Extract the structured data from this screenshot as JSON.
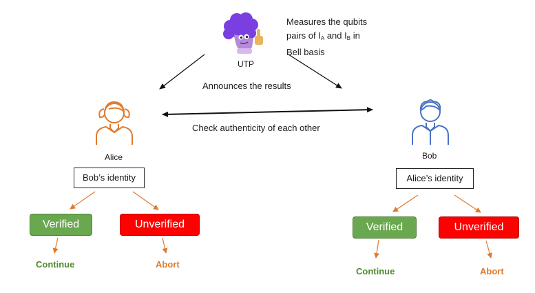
{
  "utp": {
    "label": "UTP",
    "note_lines": [
      "Measures the qubits",
      "pairs of I",
      "A",
      " and I",
      "B",
      " in",
      "Bell basis"
    ]
  },
  "messages": {
    "announce": "Announces the results",
    "check": "Check authenticity of each other"
  },
  "alice": {
    "name": "Alice",
    "identity_box": "Bob’s identity",
    "verified": "Verified",
    "unverified": "Unverified",
    "continue": "Continue",
    "abort": "Abort"
  },
  "bob": {
    "name": "Bob",
    "identity_box": "Alice’s identity",
    "verified": "Verified",
    "unverified": "Unverified",
    "continue": "Continue",
    "abort": "Abort"
  },
  "colors": {
    "alice_orange": "#e07a2f",
    "bob_blue": "#4a72c4",
    "verified_green": "#6aa84f",
    "unverified_red": "#ff0000",
    "utp_purple": "#7a3fe0"
  },
  "icons": [
    "utp-character-icon",
    "alice-person-icon",
    "bob-person-icon"
  ]
}
